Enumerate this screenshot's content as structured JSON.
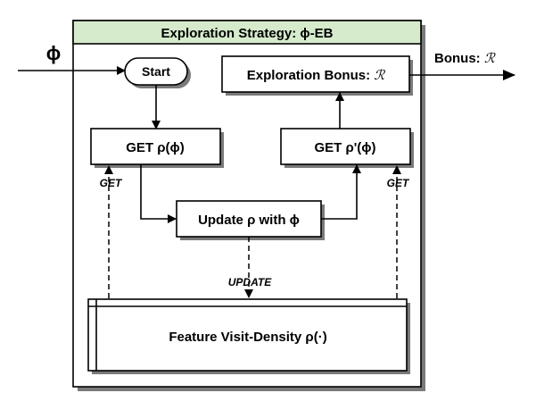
{
  "header": {
    "title": "Exploration Strategy:  ϕ-EB"
  },
  "input": {
    "symbol": "ϕ"
  },
  "nodes": {
    "start": "Start",
    "get_rho": "GET ρ(ϕ)",
    "get_rho_prime": "GET ρ'(ϕ)",
    "update_rho": "Update ρ with ϕ",
    "exploration_bonus": {
      "text": "Exploration Bonus: ",
      "symbol": "ℛ"
    },
    "density": "Feature Visit-Density  ρ(·)"
  },
  "edges": {
    "get_left": "GET",
    "get_right": "GET",
    "update": "UPDATE"
  },
  "output": {
    "text": "Bonus: ",
    "symbol": "ℛ"
  },
  "colors": {
    "header_fill": "#d6ebcc",
    "header_border": "#5a8a4a",
    "shadow": "#7a7a7a"
  }
}
